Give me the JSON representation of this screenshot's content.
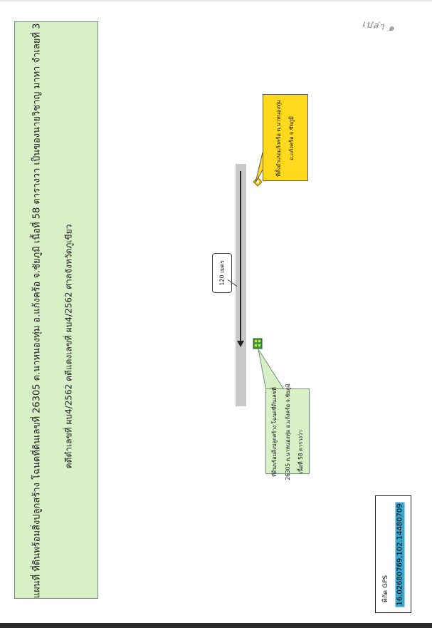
{
  "title_panel": {
    "line1": "แผนที่ ที่ดินพร้อมสิ่งปลูกสร้าง โฉนดที่ดินเลขที่ 26305 ต.นาหนองทุ่ม อ.แก้งคร้อ จ.ชัยภูมิ เนื้อที่ 58 ตารางวา เป็นของนายวิชาญ มาทา จำเลยที่ 3",
    "line2": "คดีดำเลขที่ ผบ4/2562 คดีแดงเลขที่ ผบ4/2562 ศาลจังหวัดภูเขียว"
  },
  "handwritten_note": "เปล่า ๑",
  "distance_label": "120 เมตร",
  "origin_callout": {
    "line1": "ที่ตั้งอำเภอแก้งคร้อ ต.นาหนองทุ่ม",
    "line2": "อ.แก้งคร้อ จ.ชัยภูมิ"
  },
  "property_callout": {
    "line1": "ที่ดินพร้อมสิ่งปลูกสร้าง โฉนดที่ดินเลขที่",
    "line2": "26305 ต.นาหนองทุ่ม อ.แก้งคร้อ จ.ชัยภูมิ",
    "line3": "เนื้อที่ 58 ตารางวา"
  },
  "gps": {
    "title": "พิกัด GPS",
    "value": "16.02680769,102.14480709"
  },
  "colors": {
    "panel_green": "#d9f0c6",
    "callout_yellow": "#ffd91c",
    "gps_highlight": "#39a7cf",
    "road_gray": "#c8c8c8"
  },
  "icons": {
    "origin": "district-office-marker-icon",
    "property": "house-marker-icon"
  }
}
